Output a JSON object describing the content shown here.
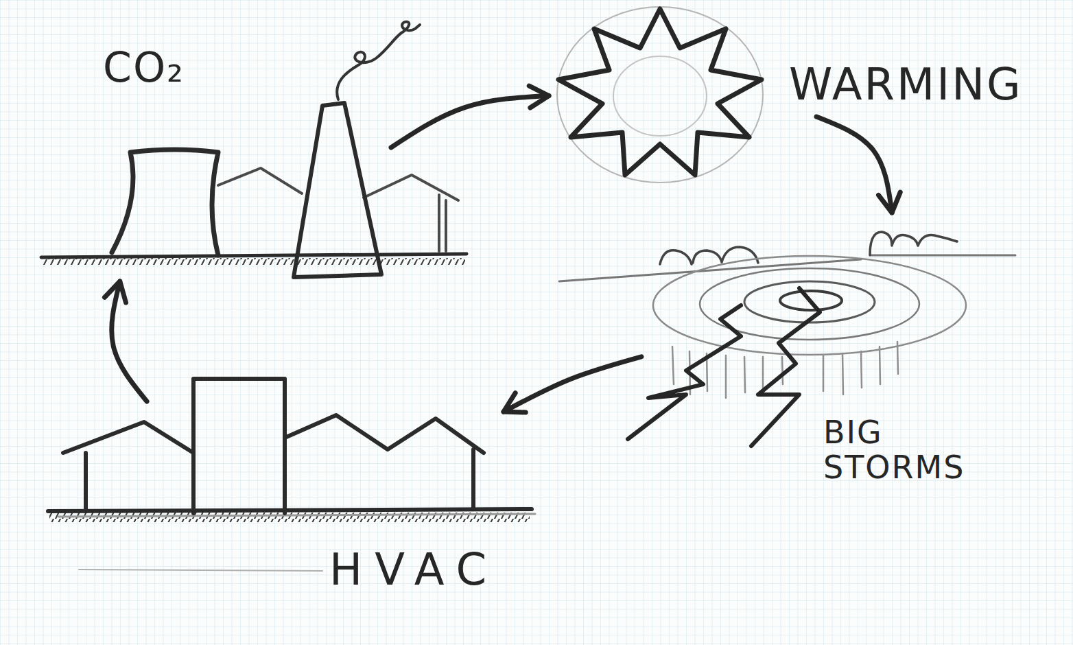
{
  "diagram": {
    "nodes": [
      {
        "text": [
          "CO₂"
        ]
      },
      {
        "text": [
          "WARMING"
        ]
      },
      {
        "text": [
          "BIG STORMS"
        ]
      },
      {
        "text": [
          "HVAC"
        ]
      }
    ],
    "edges": [
      {
        "from": 0,
        "to": 1,
        "arrow": "to"
      },
      {
        "from": 1,
        "to": 2,
        "arrow": "to"
      },
      {
        "from": 2,
        "to": 3,
        "arrow": "to"
      },
      {
        "from": 3,
        "to": 0,
        "arrow": "to"
      }
    ]
  }
}
